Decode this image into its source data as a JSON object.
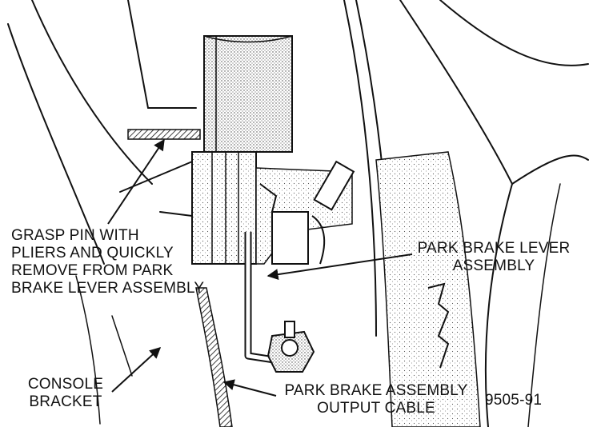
{
  "labels": {
    "grasp_pin": [
      "GRASP PIN WITH",
      "PLIERS AND QUICKLY",
      "REMOVE FROM PARK",
      "BRAKE LEVER ASSEMBLY"
    ],
    "park_brake_lever": [
      "PARK BRAKE LEVER",
      "ASSEMBLY"
    ],
    "console_bracket": [
      "CONSOLE",
      "BRACKET"
    ],
    "output_cable": [
      "PARK BRAKE ASSEMBLY",
      "OUTPUT CABLE"
    ],
    "figure_number": "9505-91"
  },
  "colors": {
    "ink": "#111111",
    "paper": "#ffffff"
  }
}
